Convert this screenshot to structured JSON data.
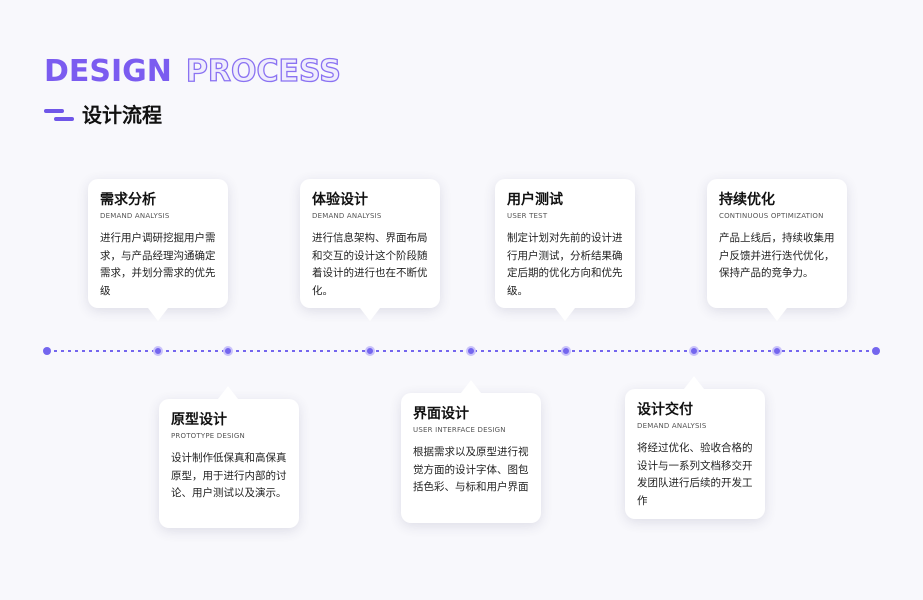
{
  "header": {
    "title_word1": "DESIGN",
    "title_word2": "PROCESS",
    "subtitle": "设计流程"
  },
  "colors": {
    "accent": "#7b5cf0",
    "timeline": "#7466ee",
    "card_bg": "#ffffff",
    "page_bg": "#f8f8fc"
  },
  "steps": [
    {
      "title": "需求分析",
      "subtitle_en": "DEMAND ANALYSIS",
      "text": "进行用户调研挖掘用户需求，与产品经理沟通确定需求，并划分需求的优先级"
    },
    {
      "title": "原型设计",
      "subtitle_en": "PROTOTYPE DESIGN",
      "text": "设计制作低保真和高保真原型，用于进行内部的讨论、用户测试以及演示。"
    },
    {
      "title": "体验设计",
      "subtitle_en": "DEMAND ANALYSIS",
      "text": "进行信息架构、界面布局和交互的设计这个阶段随着设计的进行也在不断优化。"
    },
    {
      "title": "界面设计",
      "subtitle_en": "USER INTERFACE DESIGN",
      "text": "根据需求以及原型进行视觉方面的设计字体、图包括色彩、与标和用户界面"
    },
    {
      "title": "用户测试",
      "subtitle_en": "USER TEST",
      "text": "制定计划对先前的设计进行用户测试，分析结果确定后期的优化方向和优先级。"
    },
    {
      "title": "设计交付",
      "subtitle_en": "DEMAND ANALYSIS",
      "text": "将经过优化、验收合格的设计与一系列文档移交开发团队进行后续的开发工作"
    },
    {
      "title": "持续优化",
      "subtitle_en": "CONTINUOUS OPTIMIZATION",
      "text": "产品上线后，持续收集用户反馈并进行迭代优化，保持产品的竞争力。"
    }
  ]
}
